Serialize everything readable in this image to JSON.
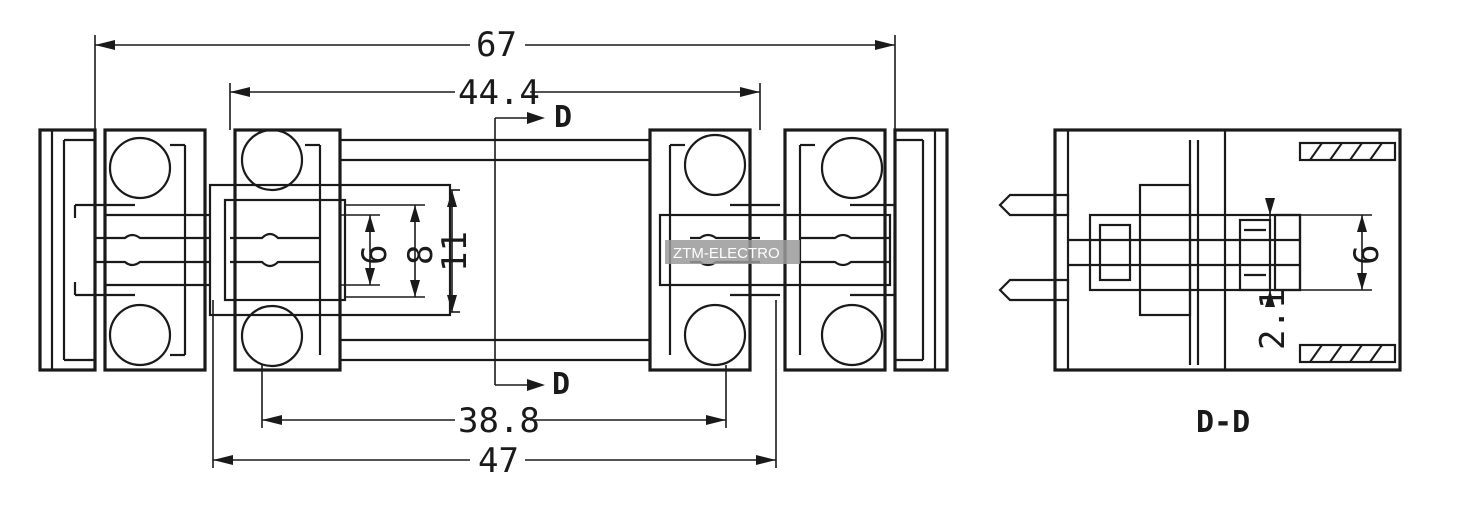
{
  "drawing": {
    "dimensions": {
      "overall_width": "67",
      "inner_top": "44.4",
      "inner_bottom": "38.8",
      "outer_bottom": "47",
      "height_small": "6",
      "height_mid": "8",
      "height_large": "11",
      "section_height": "6",
      "section_gap": "2.1"
    },
    "section_marker": "D",
    "section_title": "D-D",
    "watermark": "ZTM-ELECTRO"
  }
}
